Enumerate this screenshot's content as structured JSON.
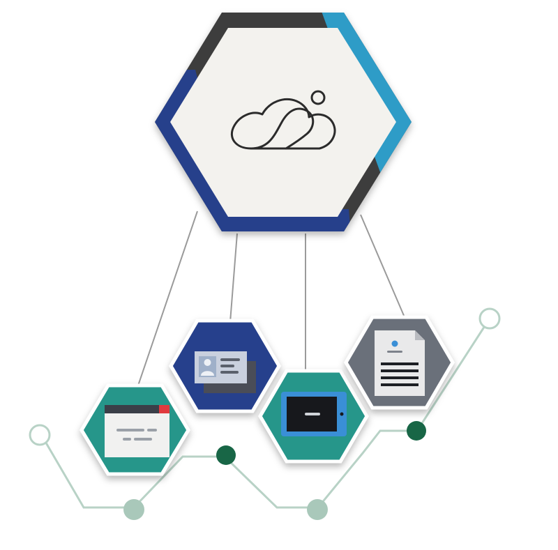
{
  "colors": {
    "background": "#ffffff",
    "hub_fill": "#f3f2ee",
    "hub_frame_dark": "#3d3d3d",
    "hub_frame_blue": "#27408b",
    "hub_frame_cyan": "#2e9cc7",
    "teal": "#26968a",
    "navy": "#263f8c",
    "slate": "#6a6f7a",
    "connector": "#9a9a9a",
    "track": "#b8d2c6",
    "dot_light": "#a9c8ba",
    "dot_dark": "#186646",
    "node_ring": "#b8d2c6"
  },
  "hub": {
    "icon": "cloud-icon"
  },
  "tiles": [
    {
      "id": "browser",
      "icon": "browser-window-icon",
      "color": "teal"
    },
    {
      "id": "id-card",
      "icon": "id-card-icon",
      "color": "navy"
    },
    {
      "id": "tablet",
      "icon": "tablet-icon",
      "color": "teal"
    },
    {
      "id": "document",
      "icon": "document-icon",
      "color": "slate"
    }
  ],
  "track_nodes": [
    {
      "id": "start",
      "style": "ring"
    },
    {
      "id": "dip-1",
      "style": "filled-light"
    },
    {
      "id": "peak-1",
      "style": "filled-dark"
    },
    {
      "id": "dip-2",
      "style": "filled-light"
    },
    {
      "id": "peak-2",
      "style": "filled-dark"
    },
    {
      "id": "end",
      "style": "ring"
    }
  ]
}
